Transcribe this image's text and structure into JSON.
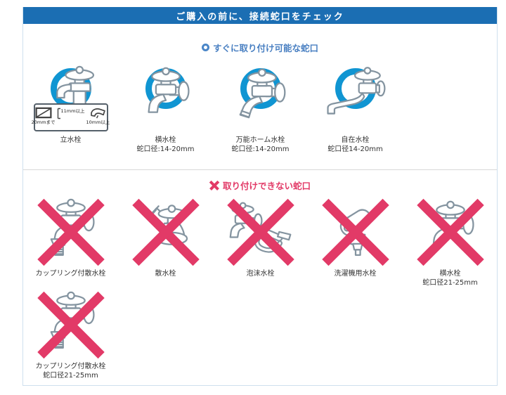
{
  "header": {
    "title": "ご購入の前に、接続蛇口をチェック"
  },
  "colors": {
    "header_bg": "#1b6eb3",
    "ok_ring": "#1095d2",
    "ok_title_text": "#4a80c2",
    "ng_accent": "#e23a67",
    "line_art": "#8494a0"
  },
  "ok": {
    "title": "すぐに取り付け可能な蛇口",
    "items": [
      {
        "name": "立水栓",
        "diameter": "",
        "icon": "faucet-pillar",
        "note": {
          "rect_label": "20mmまで",
          "height_label": "11mm以上",
          "spout_label": "10mm以上"
        }
      },
      {
        "name": "横水栓",
        "diameter": "蛇口径:14-20mm",
        "icon": "faucet-bibcock"
      },
      {
        "name": "万能ホーム水栓",
        "diameter": "蛇口径:14-20mm",
        "icon": "faucet-home"
      },
      {
        "name": "自在水栓",
        "diameter": "蛇口径14-20mm",
        "icon": "faucet-swing"
      }
    ]
  },
  "ng": {
    "title": "取り付けできない蛇口",
    "items": [
      {
        "name": "カップリング付散水栓",
        "diameter": "",
        "icon": "faucet-coupling"
      },
      {
        "name": "散水栓",
        "diameter": "",
        "icon": "faucet-sprinkler"
      },
      {
        "name": "泡沫水栓",
        "diameter": "",
        "icon": "faucet-aerator"
      },
      {
        "name": "洗濯機用水栓",
        "diameter": "",
        "icon": "faucet-washer"
      },
      {
        "name": "横水栓",
        "diameter": "蛇口径21-25mm",
        "icon": "faucet-bibcock"
      },
      {
        "name": "カップリング付散水栓",
        "diameter": "蛇口径21-25mm",
        "icon": "faucet-coupling"
      }
    ]
  }
}
